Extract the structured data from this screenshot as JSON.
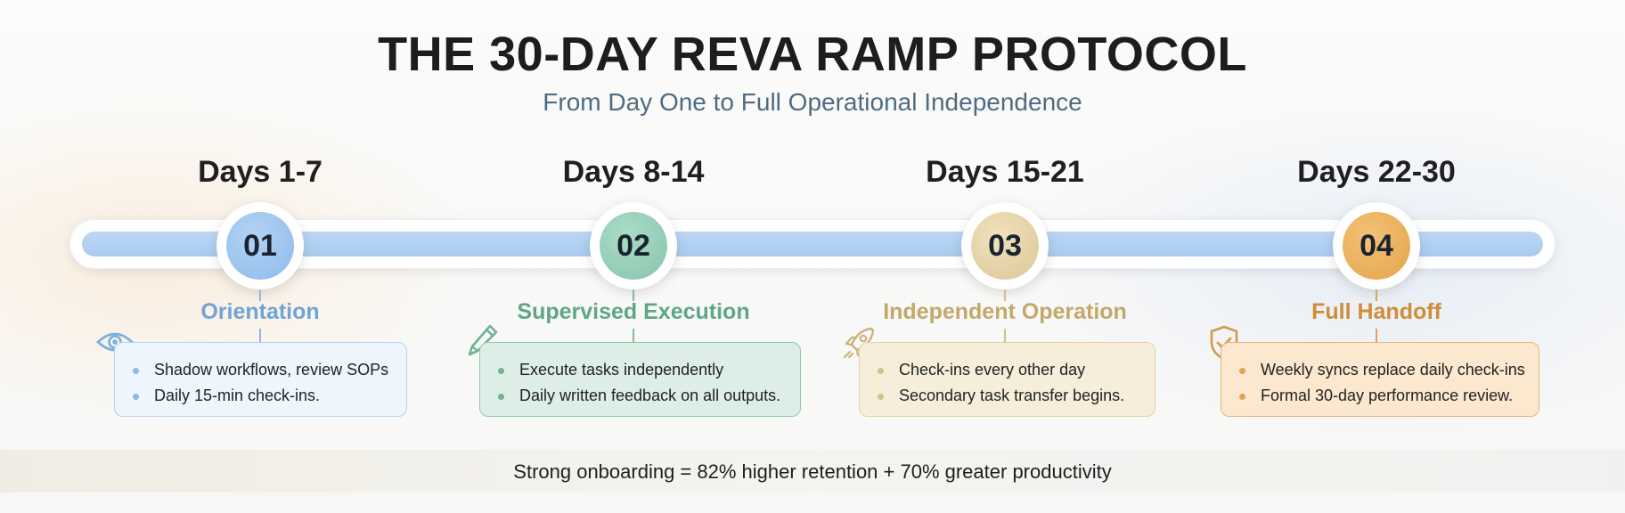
{
  "title": "THE 30-DAY REVA RAMP PROTOCOL",
  "subtitle": "From Day One to Full Operational Independence",
  "stages": [
    {
      "days": "Days 1-7",
      "number": "01",
      "phase": "Orientation",
      "icon": "eye-icon",
      "color": "#6fa4d6",
      "bullets": [
        "Shadow workflows, review SOPs",
        "Daily 15-min check-ins."
      ]
    },
    {
      "days": "Days 8-14",
      "number": "02",
      "phase": "Supervised Execution",
      "icon": "pencil-icon",
      "color": "#5fa688",
      "bullets": [
        "Execute tasks independently",
        "Daily written feedback on all outputs."
      ]
    },
    {
      "days": "Days 15-21",
      "number": "03",
      "phase": "Independent Operation",
      "icon": "rocket-icon",
      "color": "#c4a86a",
      "bullets": [
        "Check-ins every other day",
        "Secondary task transfer begins."
      ]
    },
    {
      "days": "Days 22-30",
      "number": "04",
      "phase": "Full Handoff",
      "icon": "shield-check-icon",
      "color": "#cf8d36",
      "bullets": [
        "Weekly syncs replace daily check-ins",
        "Formal 30-day performance review."
      ]
    }
  ],
  "footer": "Strong onboarding = 82% higher retention + 70% greater productivity"
}
